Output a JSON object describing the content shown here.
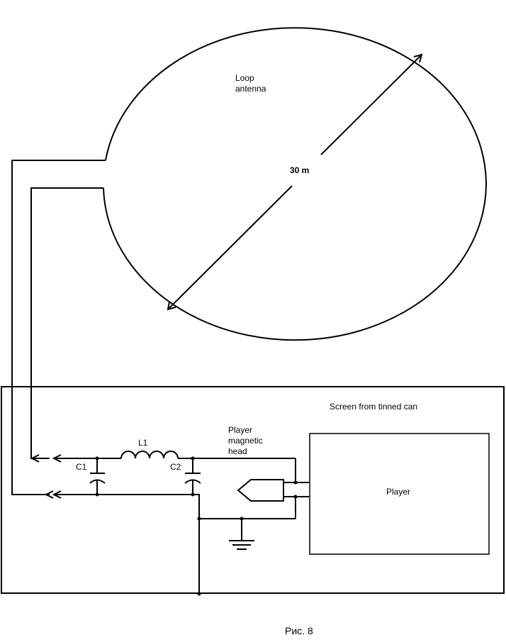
{
  "labels": {
    "loop_line1": "Loop",
    "loop_line2": "antenna",
    "diameter": "30 m",
    "screen": "Screen from tinned can",
    "l1": "L1",
    "c1": "C1",
    "c2": "C2",
    "head_line1": "Player",
    "head_line2": "magnetic",
    "head_line3": "head",
    "player": "Player",
    "caption": "Рис. 8"
  },
  "colors": {
    "stroke": "#000000",
    "background": "#ffffff"
  }
}
